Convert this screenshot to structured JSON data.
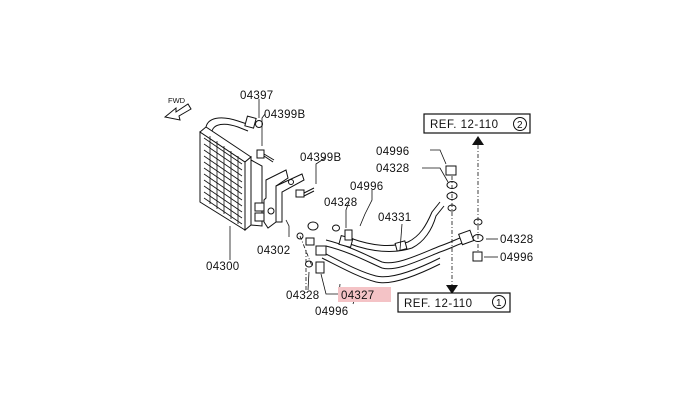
{
  "fwd_label": "FWD",
  "highlight_color": "#f4c3c6",
  "labels": {
    "p04397": "04397",
    "p04399b_top": "04399B",
    "p04399b_mid": "04399B",
    "p04996_top": "04996",
    "p04328_top": "04328",
    "p04996_mid": "04996",
    "p04328_mid": "04328",
    "p04331": "04331",
    "p04302": "04302",
    "p04300": "04300",
    "p04328_low": "04328",
    "p04327": "04327",
    "p04996_low": "04996",
    "p04328_right": "04328",
    "p04996_right": "04996"
  },
  "refs": {
    "ref_top": {
      "text": "REF. 12-110",
      "num": "2"
    },
    "ref_bottom": {
      "text": "REF. 12-110",
      "num": "1"
    }
  }
}
